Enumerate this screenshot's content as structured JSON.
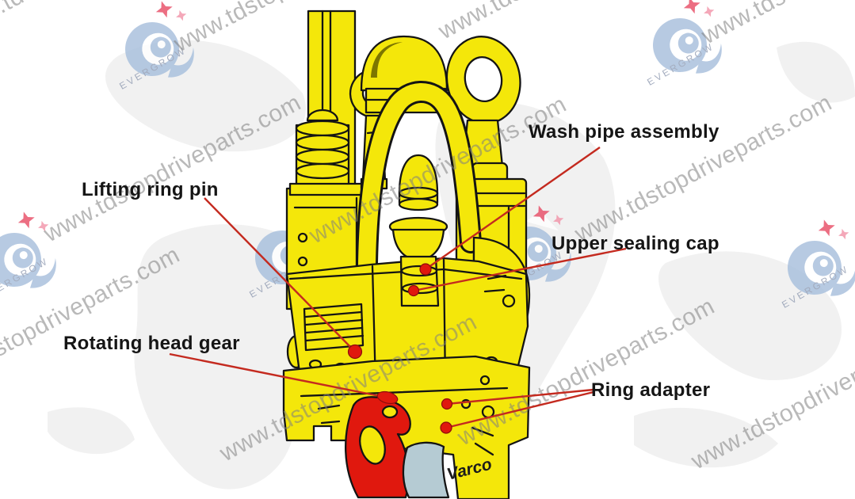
{
  "page": {
    "type": "parts-diagram",
    "background_color": "#FFFFFF"
  },
  "watermark": {
    "url_text": "www.tdstopdriveparts.com",
    "logo_text": "EVERGROW"
  },
  "diagram": {
    "machine_brand_text": "Varco",
    "callouts": [
      {
        "id": "wash-pipe-assembly",
        "label": "Wash pipe assembly"
      },
      {
        "id": "lifting-ring-pin",
        "label": "Lifting ring pin"
      },
      {
        "id": "upper-sealing-cap",
        "label": "Upper sealing cap"
      },
      {
        "id": "rotating-head-gear",
        "label": "Rotating head gear"
      },
      {
        "id": "ring-adapter",
        "label": "Ring adapter"
      }
    ]
  },
  "colors": {
    "machine_yellow": "#F4E70A",
    "outline_black": "#141414",
    "highlight_red": "#E0180E",
    "leader_line_red": "#C42A1F",
    "part_blue": "#B5CBD3",
    "watermark_gray": "#828282",
    "logo_blue": "#A6BEDC",
    "sparkle_pink": "#E84A64",
    "map_gray": "#EFEFEF"
  }
}
